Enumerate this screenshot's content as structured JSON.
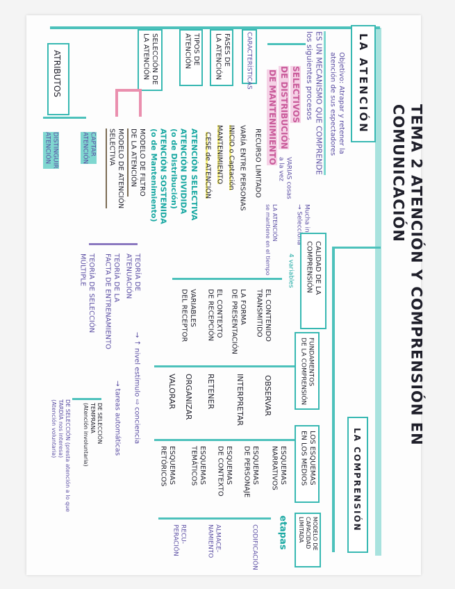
{
  "title": "TEMA 2 ATENCIÓN Y COMPRENSIÓN EN COMUNICACIÓN",
  "colors": {
    "cyan": "#4cc1bb",
    "pink": "#ea8fae",
    "yellow": "#f6ee7a",
    "purple": "#5b4ea3",
    "ink": "#1f1f2a"
  },
  "atencion": {
    "label": "LA ATENCIÓN",
    "objetivo": "Objetivo: Atrapar y retener la\natención de sus espectadores",
    "mecanismo": "ES UN MECANISMO QUE COMPRENDE\nlos siguientes procesos",
    "procesos": [
      {
        "label": "SELECTIVOS",
        "note": "Mucha info.\n→ Selecciona"
      },
      {
        "label": "DE DISTRIBUCIÓN",
        "note": "VARIAS cosas\na la vez"
      },
      {
        "label": "DE MANTENIMIENTO",
        "note": "LA ATENCIÓN\nse mantiene en el tiempo"
      }
    ],
    "caracteristicas": {
      "label": "CARACTERÍSTICAS",
      "items": [
        "VARÍA ENTRE PERSONAS",
        "RECURSO LIMITADO"
      ]
    },
    "fases": {
      "label": "FASES DE\nLA ATENCIÓN",
      "items": [
        "INICIO o Captación",
        "MANTENIMIENTO",
        "CESE de ATENCIÓN"
      ]
    },
    "tipos": {
      "label": "TIPOS DE\nATENCIÓN",
      "items": [
        "ATENCIÓN SELECTIVA",
        "ATENCIÓN DIVIDIDA\n(o de Distribución)",
        "ATENCIÓN SOSTENIDA\n(o de Mantenimiento)"
      ]
    },
    "seleccion": {
      "label": "SELECCIÓN DE\nLA ATENCIÓN",
      "items": [
        "MODELO DE FILTRO\nDE LA ATENCIÓN",
        "MODELO DE ATENCIÓN\nSELECTIVA"
      ]
    },
    "teorias": [
      {
        "label": "TEORÍA DE\nATENUACIÓN",
        "note": "→ ↑ nivel estímulo ⇨ conciencia"
      },
      {
        "label": "TEORÍA DE LA\nFACTA DE ENTRENAMIENTO",
        "note": "→ tareas automáticas"
      },
      {
        "label": "TEORÍA DE SELECCIÓN\nMÚLTIPLE"
      }
    ],
    "seleccion_multiple": [
      "DE SELECCIÓN\nTEMPRANA\n(Atención involuntaria)",
      "DE SELECCIÓN (presta atención a lo que\nTARDÍA          nos interesa)\n(Atención voluntaria)"
    ],
    "atributos": {
      "label": "ATRIBUTOS",
      "items": [
        "CAPTAR\nATENCIÓN",
        "DISTINGUIR\nATENCIÓN"
      ]
    }
  },
  "comprension": {
    "label": "LA COMPRENSIÓN",
    "calidad": {
      "label": "CALIDAD DE LA\nCOMPRENSIÓN",
      "note": "4 variables",
      "items": [
        "EL CONTENIDO\nTRANSMITIDO",
        "LA FORMA\nDE PRESENTACIÓN",
        "EL CONTEXTO\nDE RECEPCIÓN",
        "VARIABLES\nDEL RECEPTOR"
      ]
    },
    "fundamentos": {
      "label": "FUNDAMENTOS\nDE LA COMPRENSIÓN",
      "items": [
        "OBSERVAR",
        "INTERPRETAR",
        "RETENER",
        "ORGANIZAR",
        "VALORAR"
      ]
    },
    "esquemas": {
      "label": "LOS ESQUEMAS\nEN LOS MEDIOS",
      "items": [
        "ESQUEMAS\nNARRATIVOS",
        "ESQUEMAS\nDE PERSONAJE",
        "ESQUEMAS\nDE CONTEXTO",
        "ESQUEMAS\nTEMÁTICOS",
        "ESQUEMAS\nRETÓRICOS"
      ]
    },
    "modelo": {
      "label": "MODELO DE\nCAPACIDAD\nLIMITADA",
      "note": "etapas",
      "items": [
        "CODIFICACIÓN",
        "ALMACE-\nNAMIENTO",
        "RECU-\nPERACIÓN"
      ]
    }
  }
}
